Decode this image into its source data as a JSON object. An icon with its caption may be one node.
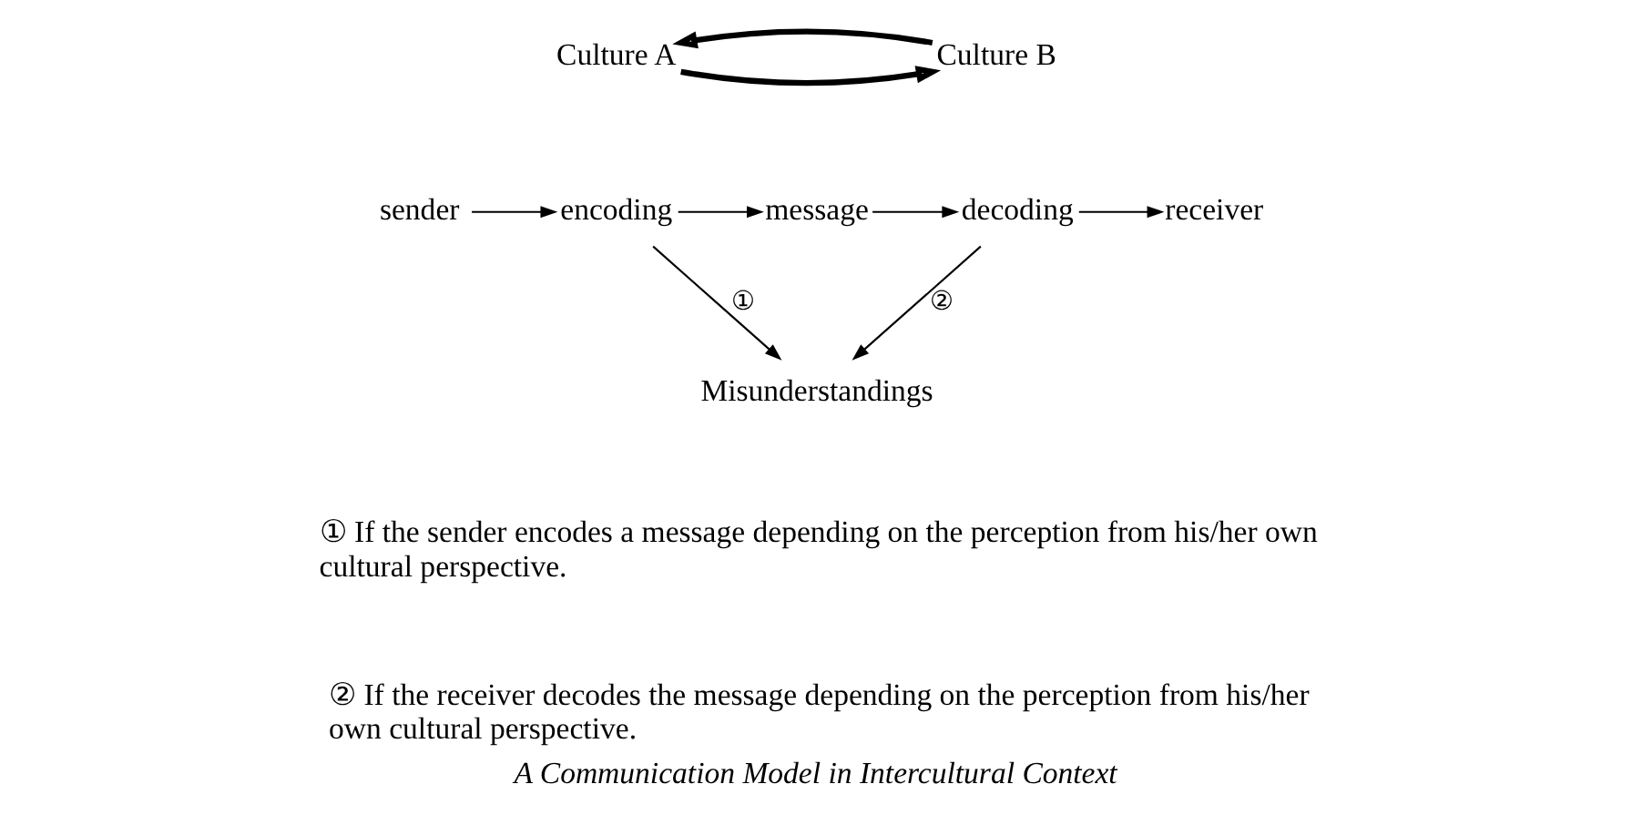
{
  "diagram": {
    "caption": "A Communication Model in Intercultural Context",
    "nodes": [
      {
        "text": [
          "Culture A"
        ]
      },
      {
        "text": [
          "Culture B"
        ]
      },
      {
        "text": [
          "sender"
        ]
      },
      {
        "text": [
          "encoding"
        ]
      },
      {
        "text": [
          "message"
        ]
      },
      {
        "text": [
          "decoding"
        ]
      },
      {
        "text": [
          "receiver"
        ]
      },
      {
        "text": [
          "Misunderstandings"
        ]
      }
    ],
    "edges": [
      {
        "from": 0,
        "to": 1,
        "arrow": "to",
        "style": "thick"
      },
      {
        "from": 1,
        "to": 0,
        "arrow": "to",
        "style": "thick"
      },
      {
        "from": 2,
        "to": 3,
        "arrow": "to"
      },
      {
        "from": 3,
        "to": 4,
        "arrow": "to"
      },
      {
        "from": 4,
        "to": 5,
        "arrow": "to"
      },
      {
        "from": 5,
        "to": 6,
        "arrow": "to"
      },
      {
        "from": 3,
        "to": 7,
        "arrow": "to",
        "label": "①"
      },
      {
        "from": 5,
        "to": 7,
        "arrow": "to",
        "label": "②"
      }
    ],
    "labels": [
      "① If the sender encodes a message depending on the perception from his/her own cultural perspective.",
      "② If the receiver decodes the message depending on the perception from his/her own cultural perspective."
    ]
  }
}
